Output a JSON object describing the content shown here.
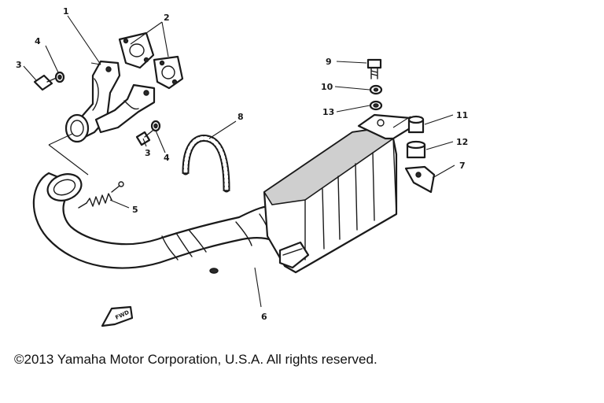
{
  "callouts": {
    "c1": "1",
    "c2": "2",
    "c3a": "3",
    "c3b": "3",
    "c4a": "4",
    "c4b": "4",
    "c5": "5",
    "c6": "6",
    "c7": "7",
    "c8": "8",
    "c9": "9",
    "c10": "10",
    "c11": "11",
    "c12": "12",
    "c13": "13"
  },
  "direction_marker": "FWD",
  "copyright": "©2013 Yamaha Motor Corporation, U.S.A. All rights reserved."
}
